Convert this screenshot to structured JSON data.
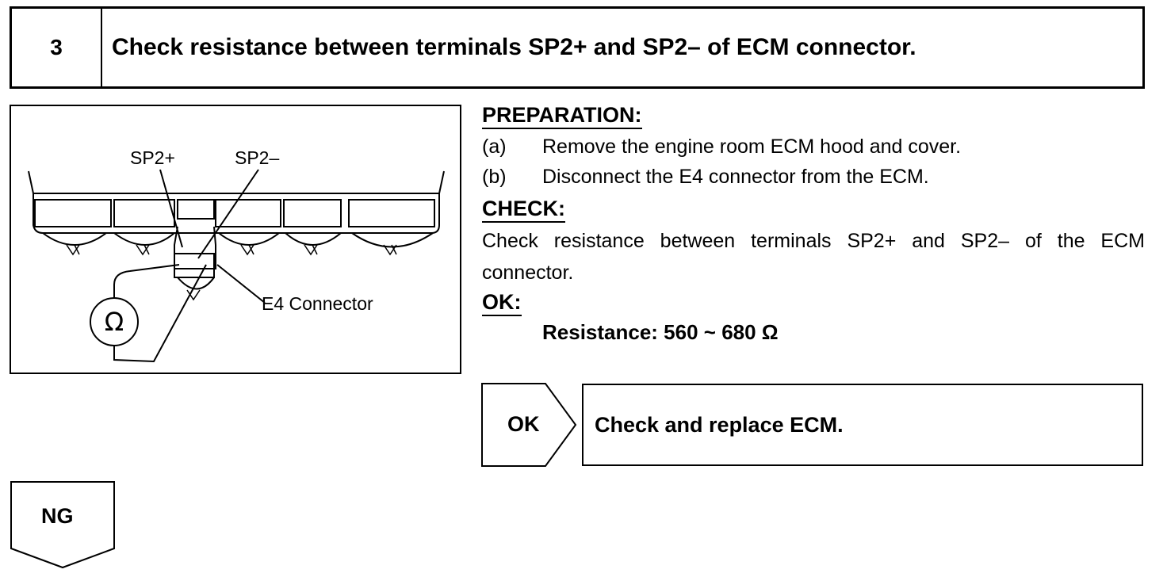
{
  "step": {
    "number": "3",
    "title": "Check resistance between terminals SP2+ and SP2– of ECM connector."
  },
  "figure": {
    "label_sp2_plus": "SP2+",
    "label_sp2_minus": "SP2–",
    "label_connector": "E4 Connector",
    "ohmmeter_symbol": "Ω"
  },
  "preparation": {
    "heading": "PREPARATION:",
    "steps": [
      {
        "label": "(a)",
        "text": "Remove the engine room ECM hood and cover."
      },
      {
        "label": "(b)",
        "text": "Disconnect the E4 connector from the ECM."
      }
    ]
  },
  "check": {
    "heading": "CHECK:",
    "text": "Check resistance between terminals SP2+ and SP2– of the ECM connector."
  },
  "ok_spec": {
    "heading": "OK:",
    "text": "Resistance: 560 ~ 680 Ω"
  },
  "result_ok": {
    "label": "OK",
    "action": "Check and replace ECM."
  },
  "result_ng": {
    "label": "NG"
  }
}
